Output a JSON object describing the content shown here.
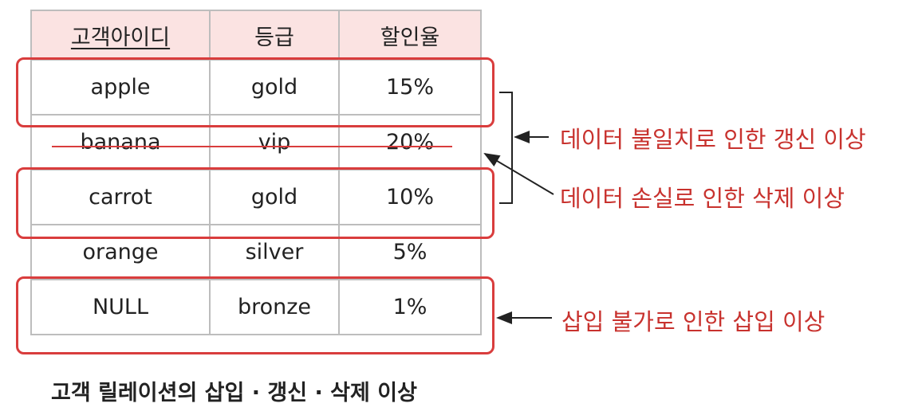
{
  "table": {
    "headers": [
      "고객아이디",
      "등급",
      "할인율"
    ],
    "rows": [
      [
        "apple",
        "gold",
        "15%"
      ],
      [
        "banana",
        "vip",
        "20%"
      ],
      [
        "carrot",
        "gold",
        "10%"
      ],
      [
        "orange",
        "silver",
        "5%"
      ],
      [
        "NULL",
        "bronze",
        "1%"
      ]
    ]
  },
  "annotations": {
    "update_anomaly": "데이터 불일치로 인한 갱신 이상",
    "delete_anomaly": "데이터 손실로 인한 삭제 이상",
    "insert_anomaly": "삽입 불가로 인한 삽입 이상"
  },
  "caption": "고객 릴레이션의 삽입 · 갱신 · 삭제 이상",
  "colors": {
    "accent": "#d93d3d",
    "header_bg": "#fbe3e2",
    "border": "#bdbdbd"
  }
}
